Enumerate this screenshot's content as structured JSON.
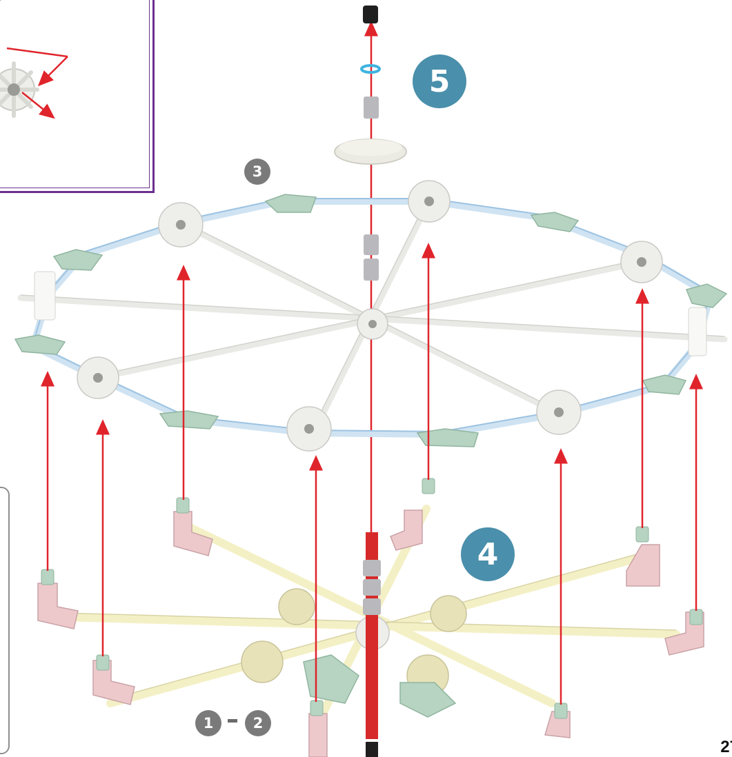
{
  "steps": {
    "step5": "5",
    "step3": "3",
    "step4": "4",
    "step1": "1",
    "step2": "2",
    "range_separator": "-"
  },
  "page_number": "27",
  "colors": {
    "arrow": "#e0242b",
    "inset_border": "#6a2f8f",
    "step_badge_large": "#4a8fab",
    "step_badge_small": "#7a7a7a",
    "rod_white": "#f1f1ef",
    "rod_blue": "#cfe3f2",
    "connector_white": "#e9e9e6",
    "connector_green": "#b7d3c2",
    "connector_pink": "#edc9cc",
    "rod_yellow": "#f4f0c6",
    "axle_red": "#d62a2a",
    "spacer_gray": "#b9b9bd",
    "cap_black": "#1f1f1f",
    "spacer_blue": "#3fb3e0"
  },
  "icons": [
    "arrow-up-icon",
    "wheel-connector-icon",
    "corner-connector-icon"
  ]
}
